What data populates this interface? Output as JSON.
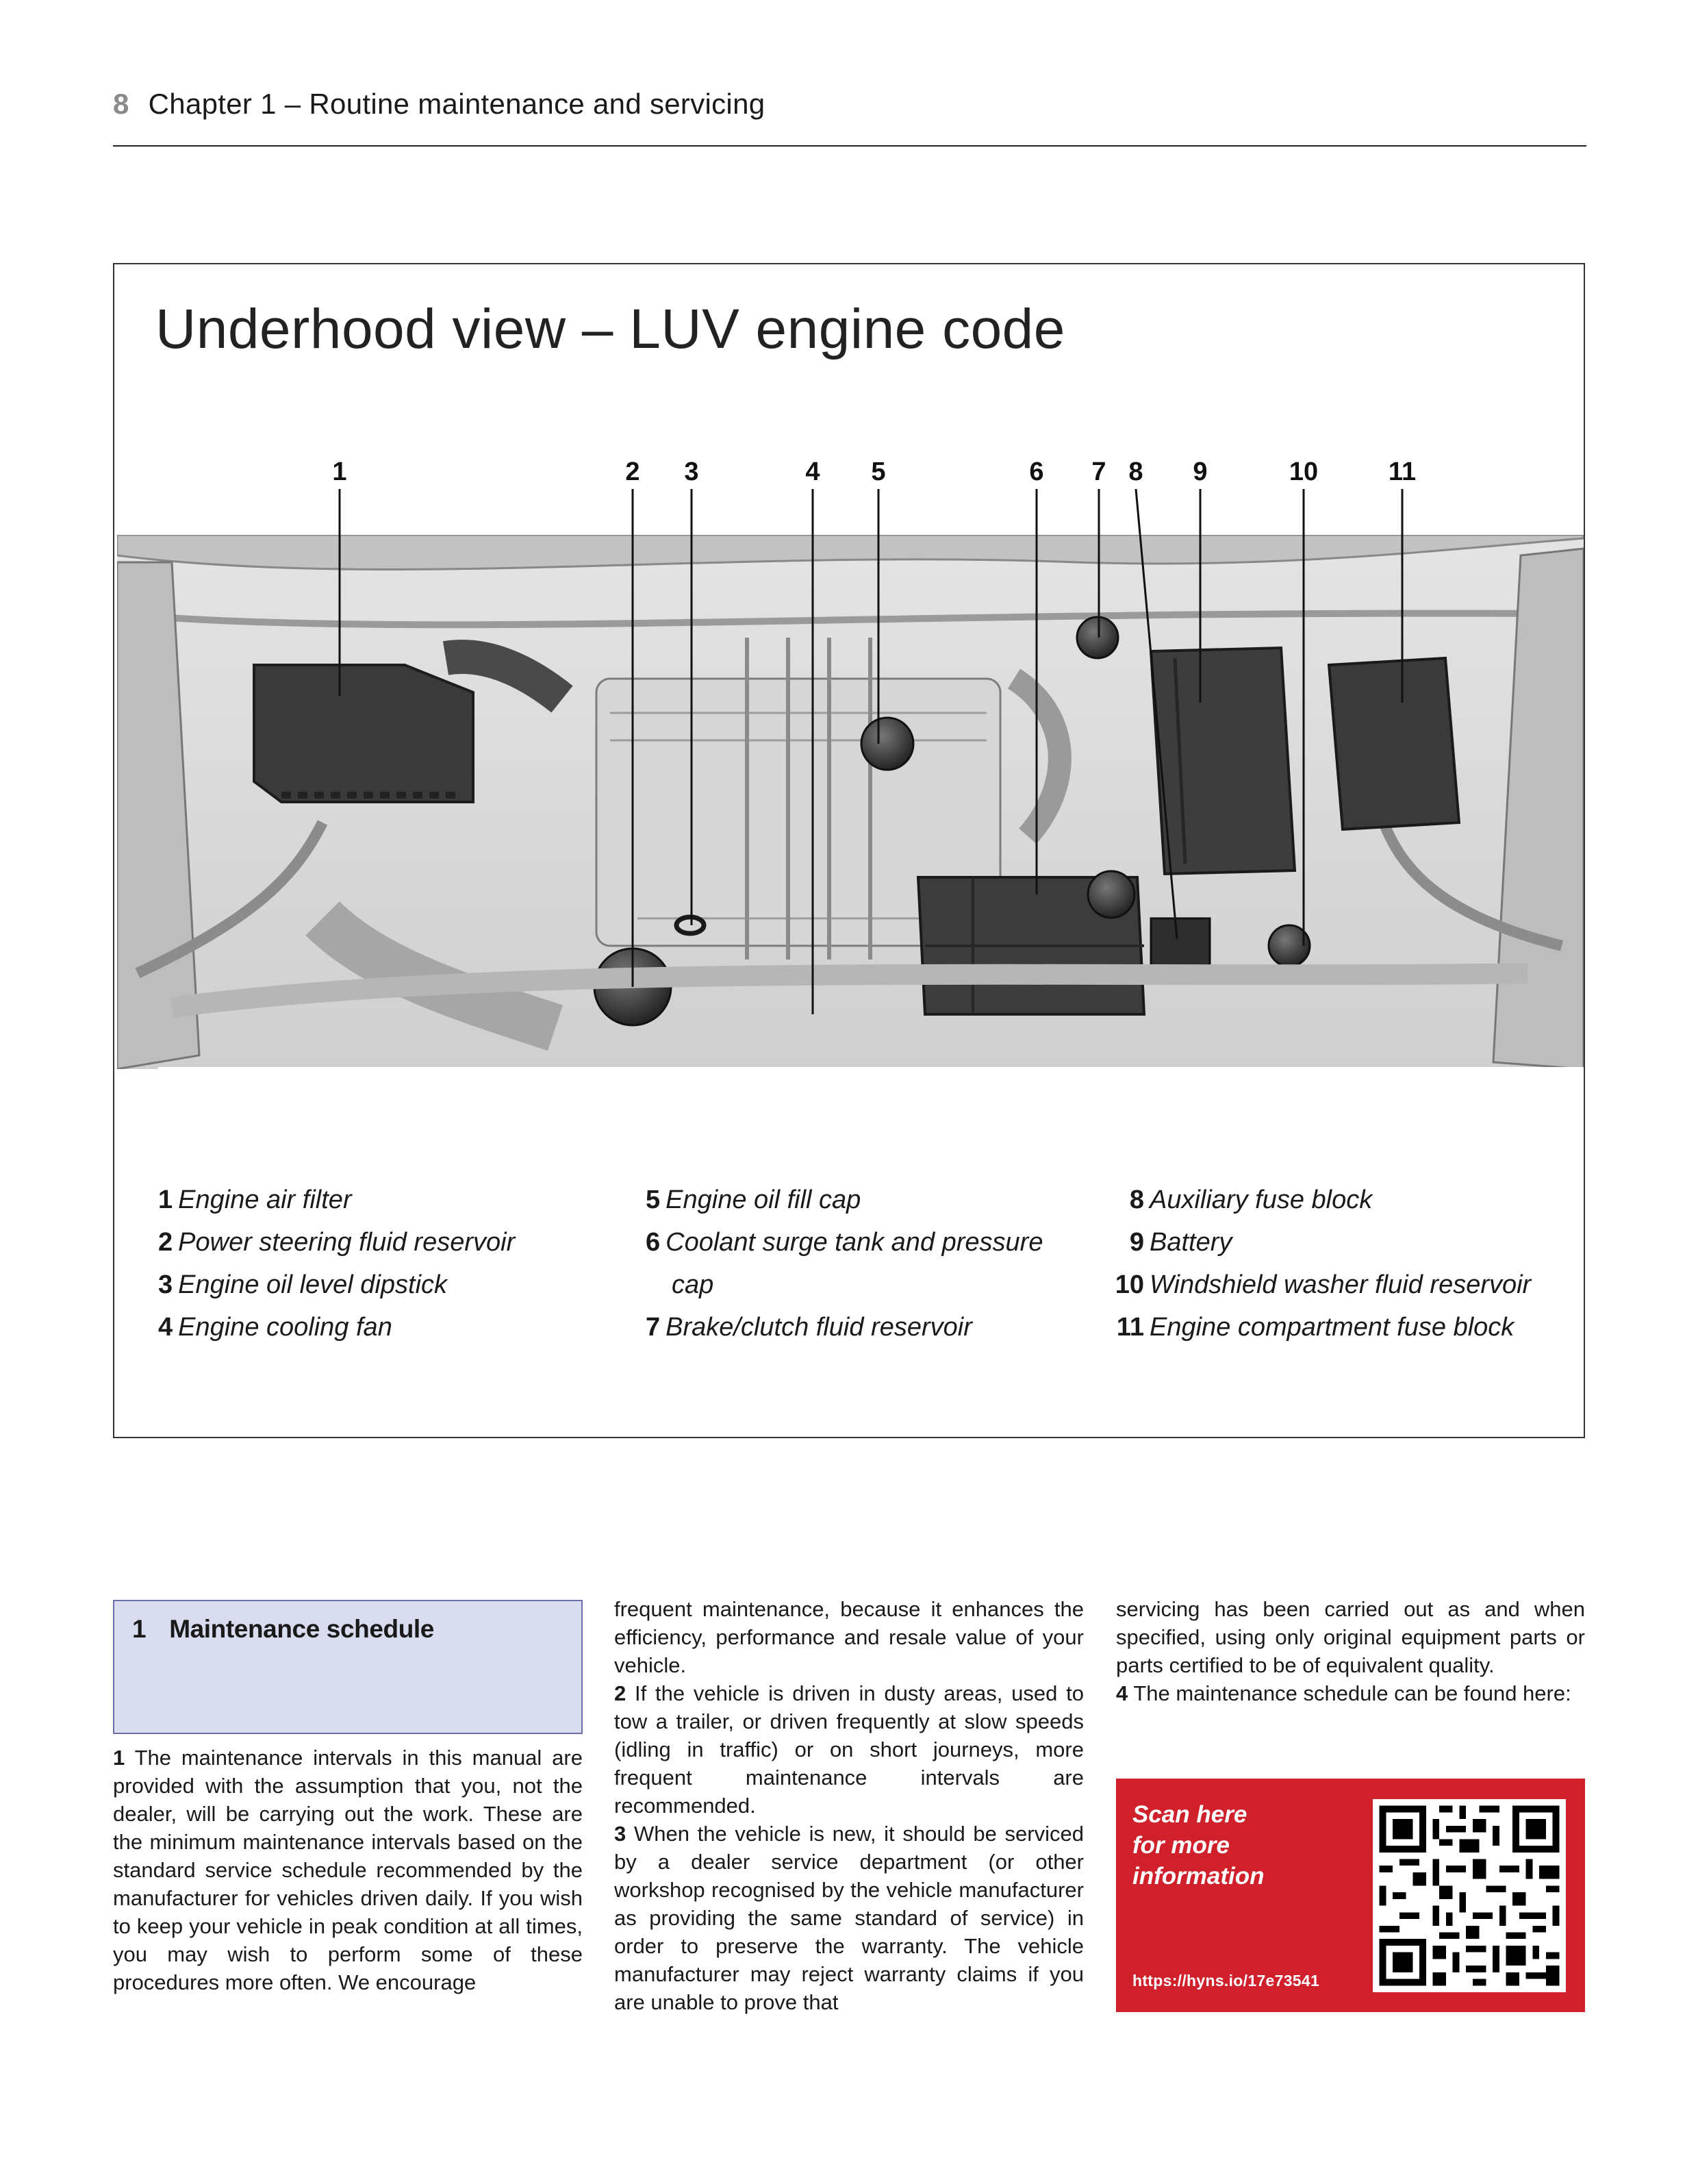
{
  "header": {
    "page_number": "8",
    "chapter_title": "Chapter 1 – Routine maintenance and servicing"
  },
  "figure": {
    "title": "Underhood view – LUV engine code",
    "callouts": [
      "1",
      "2",
      "3",
      "4",
      "5",
      "6",
      "7",
      "8",
      "9",
      "10",
      "11"
    ],
    "legend": [
      {
        "num": "1",
        "label": "Engine air filter"
      },
      {
        "num": "2",
        "label": "Power steering fluid reservoir"
      },
      {
        "num": "3",
        "label": "Engine oil level dipstick"
      },
      {
        "num": "4",
        "label": "Engine cooling fan"
      },
      {
        "num": "5",
        "label": "Engine oil fill cap"
      },
      {
        "num": "6",
        "label": "Coolant surge tank and pressure",
        "label_cont": "cap"
      },
      {
        "num": "7",
        "label": "Brake/clutch fluid reservoir"
      },
      {
        "num": "8",
        "label": "Auxiliary fuse block"
      },
      {
        "num": "9",
        "label": "Battery"
      },
      {
        "num": "10",
        "label": "Windshield washer fluid reservoir"
      },
      {
        "num": "11",
        "label": "Engine compartment fuse block"
      }
    ]
  },
  "section": {
    "number": "1",
    "title": "Maintenance schedule"
  },
  "body": {
    "p1_num": "1",
    "p1": "The maintenance intervals in this manual are provided with the assumption that you, not the dealer, will be carrying out the work. These are the minimum maintenance intervals based on the standard service schedule recommended by the manufacturer for vehicles driven daily. If you wish to keep your vehicle in peak condition at all times, you may wish to perform some of these procedures more often. We encourage",
    "p1_cont": "frequent maintenance, because it enhances the efficiency, performance and resale value of your vehicle.",
    "p2_num": "2",
    "p2": "If the vehicle is driven in dusty areas, used to tow a trailer, or driven frequently at slow speeds (idling in traffic) or on short journeys, more frequent maintenance intervals are recommended.",
    "p3_num": "3",
    "p3": "When the vehicle is new, it should be serviced by a dealer service department (or other workshop recognised by the vehicle manufacturer as providing the same standard of service) in order to preserve the warranty. The vehicle manufacturer may reject warranty claims if you are unable to prove that",
    "p3_cont": "servicing has been carried out as and when specified, using only original equipment parts or parts certified to be of equivalent quality.",
    "p4_num": "4",
    "p4": "The maintenance schedule can be found here:"
  },
  "qr": {
    "line1": "Scan here",
    "line2": "for more",
    "line3": "information",
    "url": "https://hyns.io/17e73541",
    "panel_color": "#d0202b"
  }
}
